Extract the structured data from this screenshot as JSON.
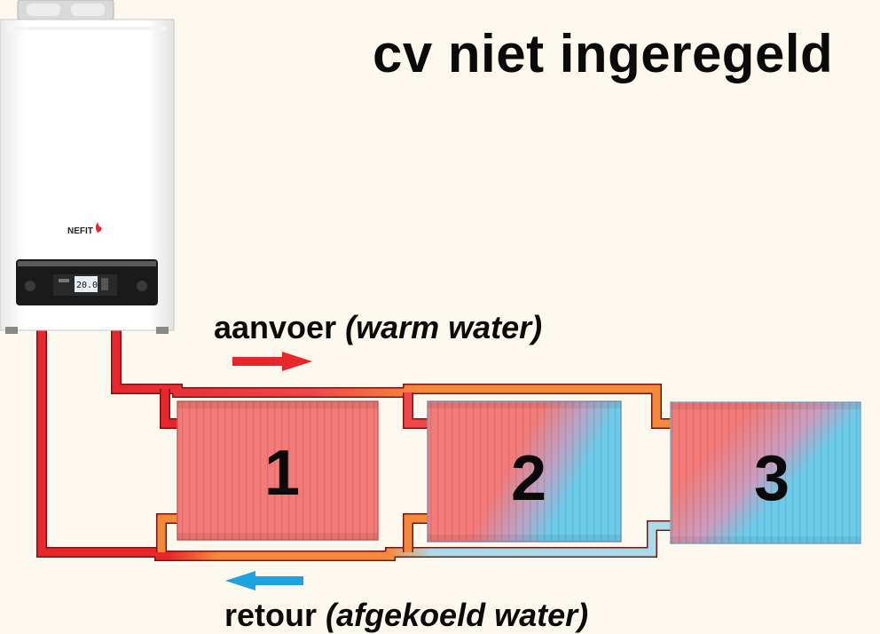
{
  "title": "cv niet ingeregeld",
  "supply_label": {
    "main": "aanvoer",
    "detail": "(warm water)"
  },
  "return_label": {
    "main": "retour",
    "detail": "(afgekoeld water)"
  },
  "boiler": {
    "brand": "NEFIT",
    "display": "20.0"
  },
  "radiators": [
    {
      "number": "1"
    },
    {
      "number": "2"
    },
    {
      "number": "3"
    }
  ],
  "colors": {
    "hot": "#e8262c",
    "warm": "#f5893a",
    "cool": "#a9dbe9",
    "hot_radiator": "#f27a78",
    "cold_radiator": "#6ccbe8",
    "arrow_supply": "#e8262c",
    "arrow_return": "#1ea3e0"
  }
}
